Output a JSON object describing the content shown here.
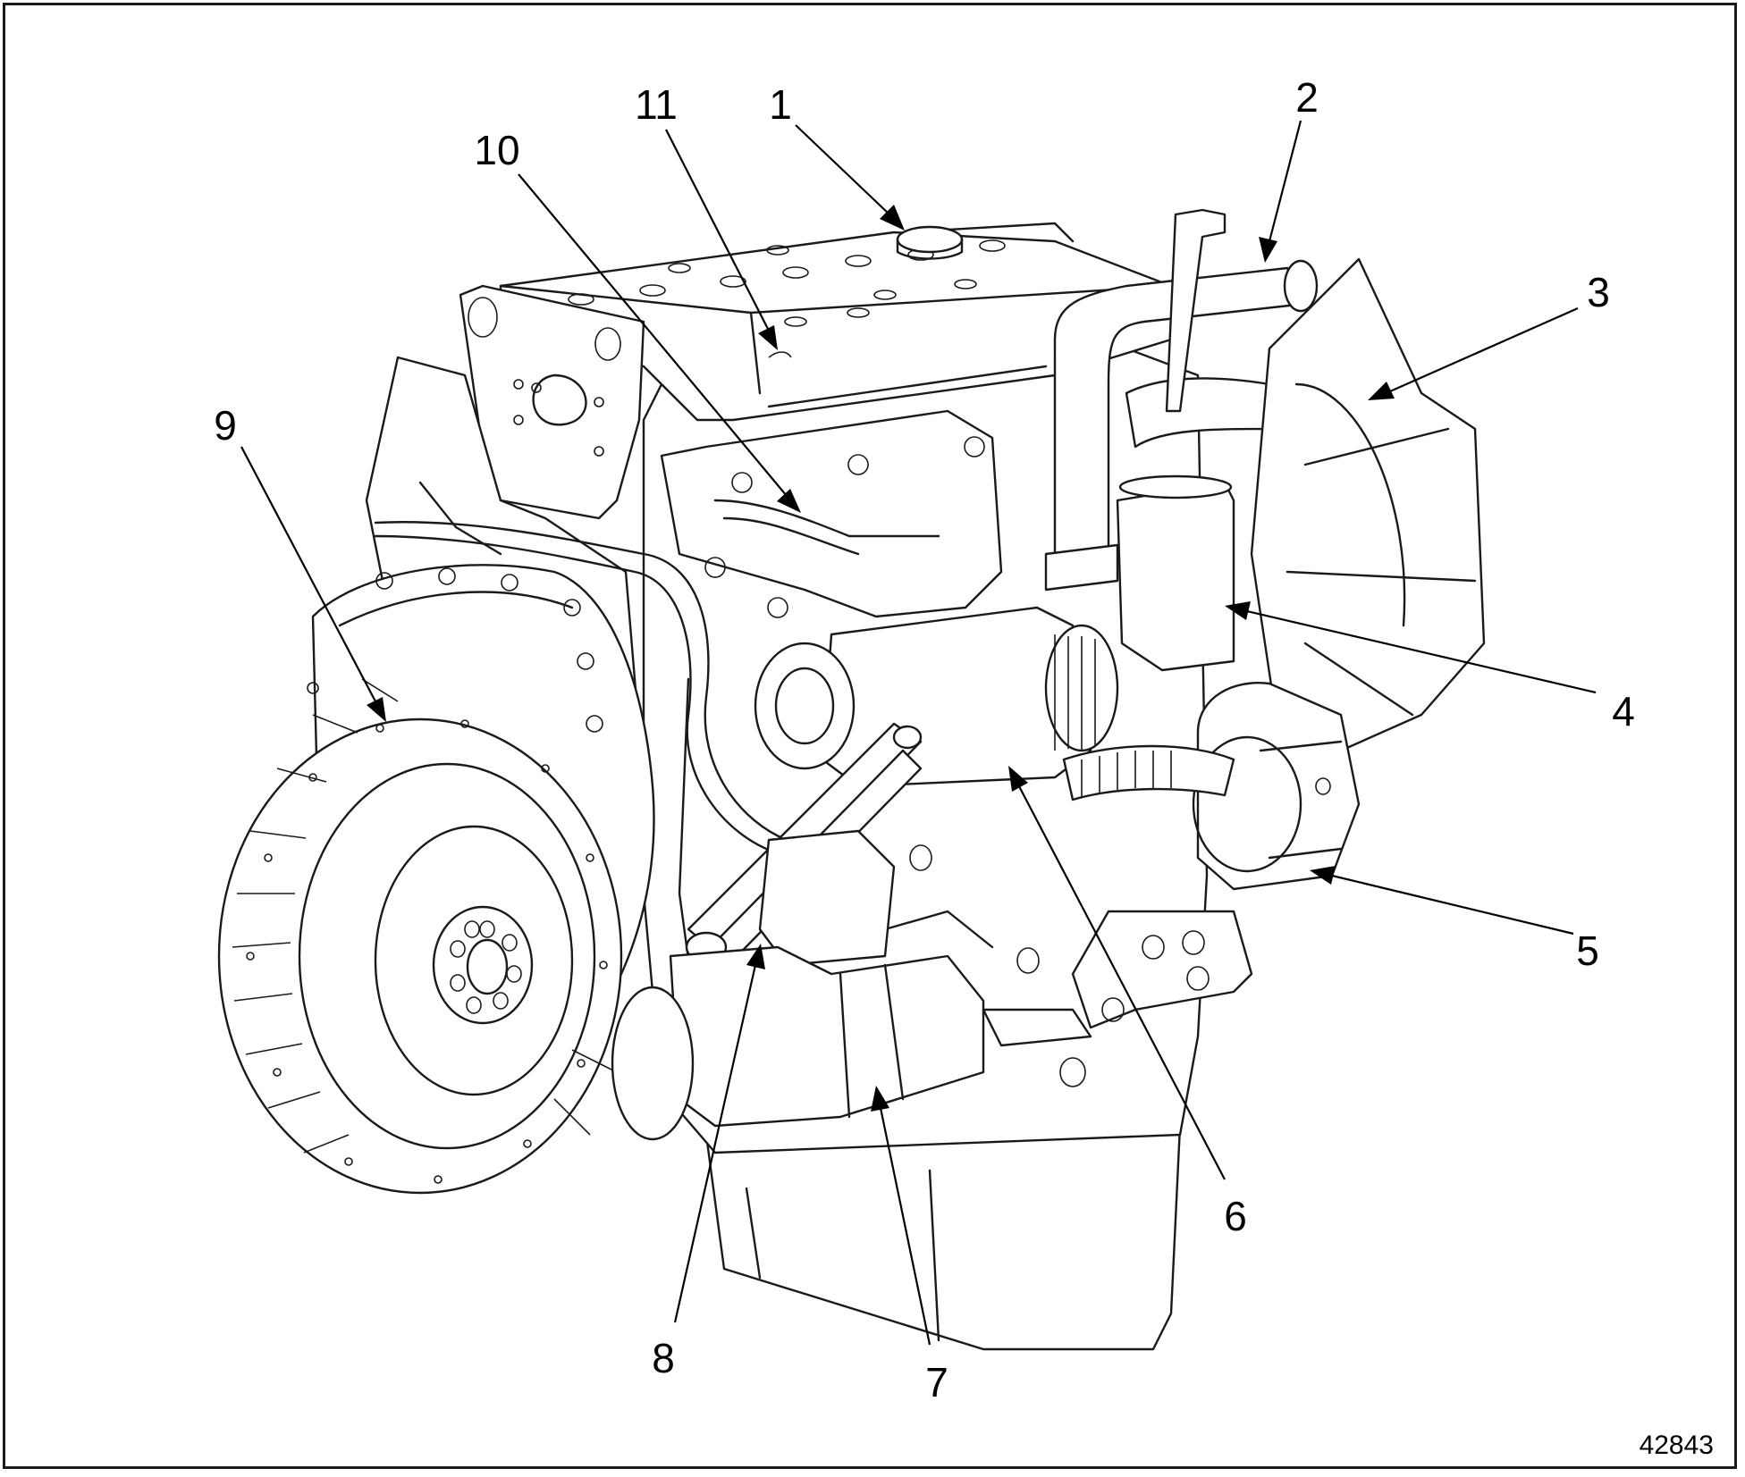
{
  "callouts": {
    "c1": "1",
    "c2": "2",
    "c3": "3",
    "c4": "4",
    "c5": "5",
    "c6": "6",
    "c7": "7",
    "c8": "8",
    "c9": "9",
    "c10": "10",
    "c11": "11"
  },
  "figure_id": "42843",
  "colors": {
    "line": "#1a1a1a",
    "background": "#ffffff"
  }
}
